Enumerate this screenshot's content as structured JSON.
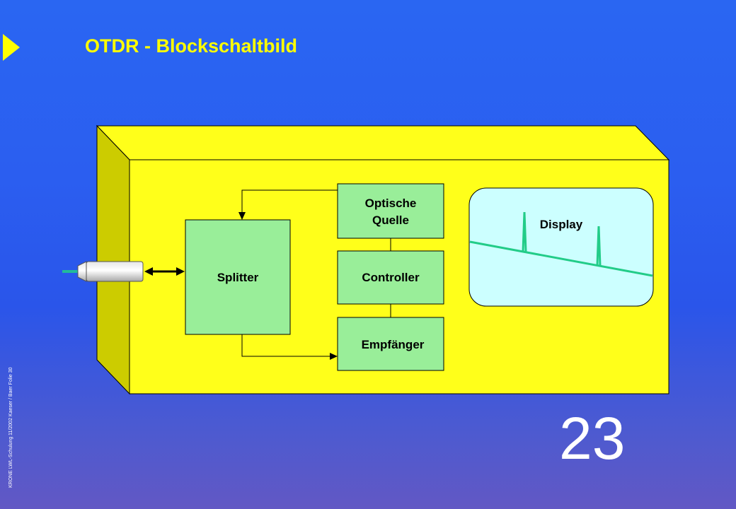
{
  "slide": {
    "title": "OTDR - Blockschaltbild",
    "side_text": "KRONE LWL-Schulung  11/2002  Kaeser / Baer  Folie 30",
    "page_number": "23"
  },
  "diagram": {
    "blocks": {
      "optical_source_line1": "Optische",
      "optical_source_line2": "Quelle",
      "controller": "Controller",
      "receiver": "Empfänger",
      "splitter": "Splitter",
      "display": "Display"
    }
  },
  "colors": {
    "background": "#2b5ef0",
    "title": "#ffff00",
    "housing_front": "#ffff1a",
    "housing_side": "#cccc00",
    "block_fill": "#99ee99",
    "display_fill": "#ccffff",
    "trace": "#22cc88"
  },
  "icons": {
    "bullet": "yellow-triangle-arrow",
    "connector": "fiber-connector"
  }
}
